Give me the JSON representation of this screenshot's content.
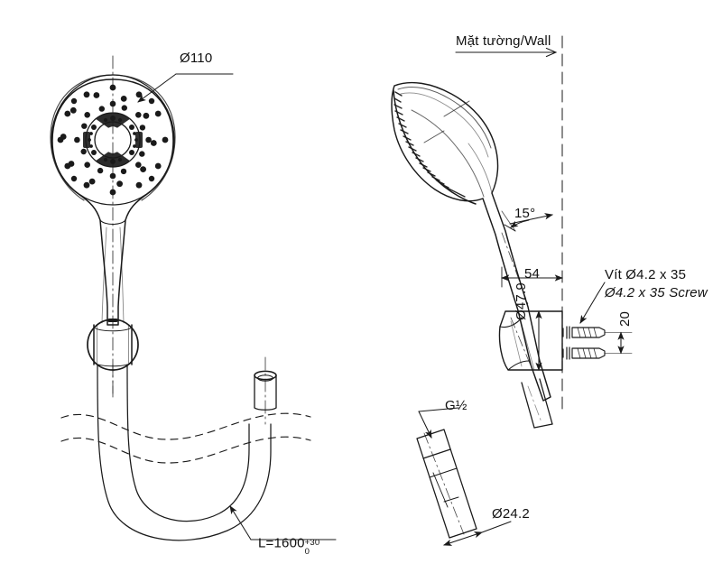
{
  "drawing": {
    "title": "Hand shower technical drawing",
    "background": "#ffffff",
    "line_color": "#1a1a1a"
  },
  "labels": {
    "head_diameter": "Ø110",
    "wall": "Mặt tường/",
    "wall_italic": "Wall",
    "angle": "15°",
    "offset_54": "54",
    "screw_vi": "Vít Ø4.2 x 35",
    "screw_en": "Ø4.2 x 35 Screw",
    "bracket_diameter": "Ø47.9",
    "screw_spacing": "20",
    "hose_length_main": "L=1600",
    "hose_tol_upper": "+30",
    "hose_tol_lower": "0",
    "thread": "G½",
    "connector_diameter": "Ø24.2"
  },
  "views": {
    "front": "front elevation of hand shower with spray face and hose",
    "side": "side elevation with wall bracket and mounting screws",
    "detail": "G1/2 hose connector detail"
  }
}
